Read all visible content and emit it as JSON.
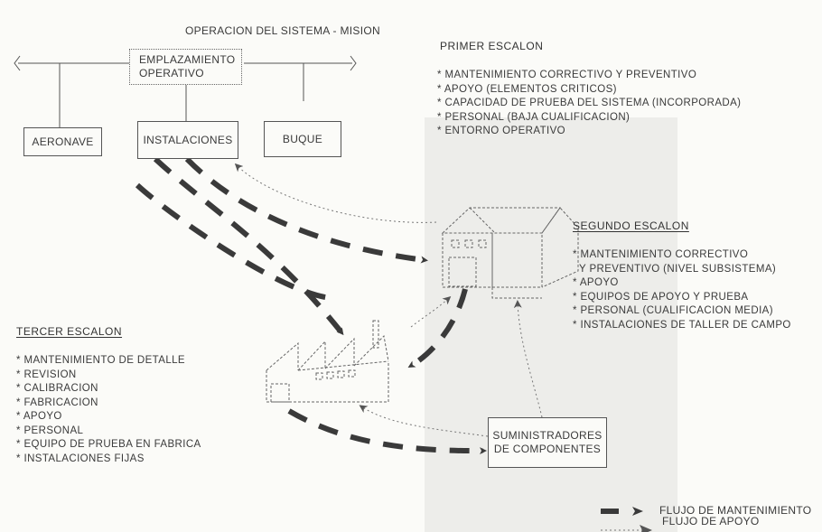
{
  "title": "OPERACION DEL SISTEMA - MISION",
  "nodes": {
    "emplazamiento": "EMPLAZAMIENTO\nOPERATIVO",
    "aeronave": "AERONAVE",
    "instalaciones": "INSTALACIONES",
    "buque": "BUQUE",
    "suministradores": "SUMINISTRADORES\nDE COMPONENTES"
  },
  "primer": {
    "heading": "PRIMER ESCALON",
    "items": [
      "MANTENIMIENTO CORRECTIVO Y PREVENTIVO",
      "APOYO (ELEMENTOS CRITICOS)",
      "CAPACIDAD DE PRUEBA DEL SISTEMA (INCORPORADA)",
      "PERSONAL (BAJA CUALIFICACION)",
      "ENTORNO OPERATIVO"
    ]
  },
  "segundo": {
    "heading": "SEGUNDO ESCALON",
    "items": [
      "MANTENIMIENTO CORRECTIVO",
      "Y PREVENTIVO (NIVEL SUBSISTEMA)",
      "APOYO",
      "EQUIPOS DE APOYO Y PRUEBA",
      "PERSONAL (CUALIFICACION MEDIA)",
      "INSTALACIONES DE TALLER DE CAMPO"
    ]
  },
  "tercer": {
    "heading": "TERCER ESCALON",
    "items": [
      "MANTENIMIENTO DE DETALLE",
      "REVISION",
      "CALIBRACION",
      "FABRICACION",
      "APOYO",
      "PERSONAL",
      "EQUIPO DE PRUEBA EN FABRICA",
      "INSTALACIONES FIJAS"
    ]
  },
  "legend": {
    "mantenimiento": "FLUJO DE MANTENIMIENTO",
    "apoyo": "FLUJO DE APOYO"
  },
  "colors": {
    "ink": "#3a3a3a",
    "shade": "#ededea"
  }
}
